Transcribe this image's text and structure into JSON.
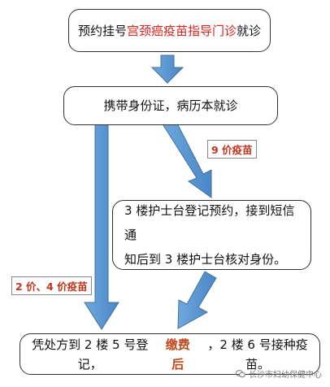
{
  "steps": {
    "step1": {
      "pre": "预约挂号",
      "highlight": "宫颈癌疫苗指导门诊",
      "post": "就诊"
    },
    "step2": {
      "text": "携带身份证，病历本就诊"
    },
    "step3": {
      "line1": "3 楼护士台登记预约，接到短信通",
      "line2": "知后到 3 楼护士台核对身份。"
    },
    "step4": {
      "pre": "凭处方到 2 楼 5 号登记，",
      "highlight": "缴费后",
      "post": "，2 楼 6 号接种疫苗。"
    }
  },
  "labels": {
    "vaccine9": "9 价疫苗",
    "vaccine24": "2 价、4 价疫苗"
  },
  "watermark": {
    "text": "长沙市妇幼保健中心"
  },
  "colors": {
    "arrow": "#5b9bd5",
    "arrow_stroke": "#41719c",
    "highlight_red": "#d6231c",
    "label_orange": "#c0361c"
  },
  "icons": {
    "watermark": "wechat-icon"
  }
}
